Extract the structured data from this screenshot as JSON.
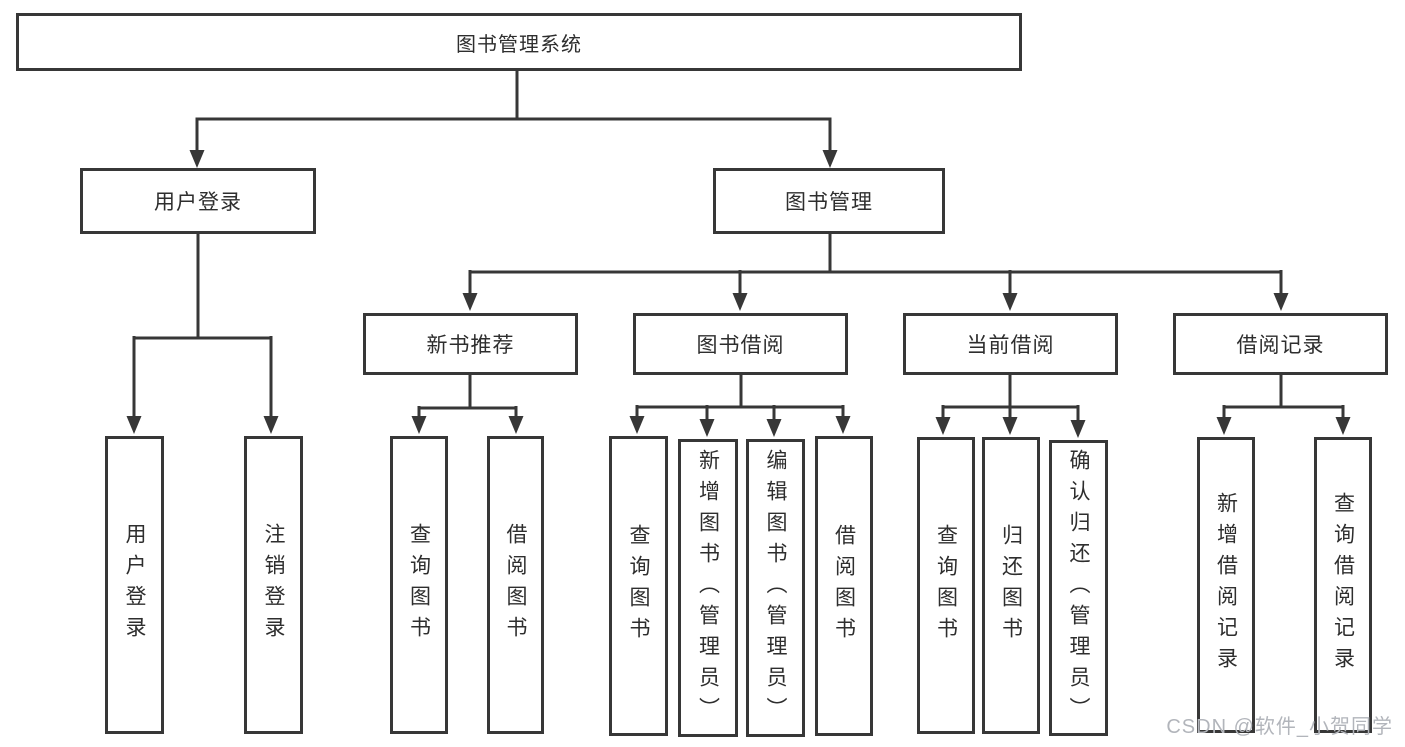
{
  "tree": {
    "root": "图书管理系统",
    "branches": [
      {
        "label": "用户登录",
        "leaves": [
          "用户登录",
          "注销登录"
        ]
      },
      {
        "label": "图书管理",
        "groups": [
          {
            "label": "新书推荐",
            "leaves": [
              "查询图书",
              "借阅图书"
            ]
          },
          {
            "label": "图书借阅",
            "leaves": [
              "查询图书",
              "新增图书（管理员）",
              "编辑图书（管理员）",
              "借阅图书"
            ]
          },
          {
            "label": "当前借阅",
            "leaves": [
              "查询图书",
              "归还图书",
              "确认归还（管理员）"
            ]
          },
          {
            "label": "借阅记录",
            "leaves": [
              "新增借阅记录",
              "查询借阅记录"
            ]
          }
        ]
      }
    ]
  },
  "watermark": "CSDN @软件_小贺同学",
  "colors": {
    "line": "#373737",
    "text": "#2e2e2e",
    "watermark": "#b2b5bb",
    "background": "#ffffff"
  }
}
